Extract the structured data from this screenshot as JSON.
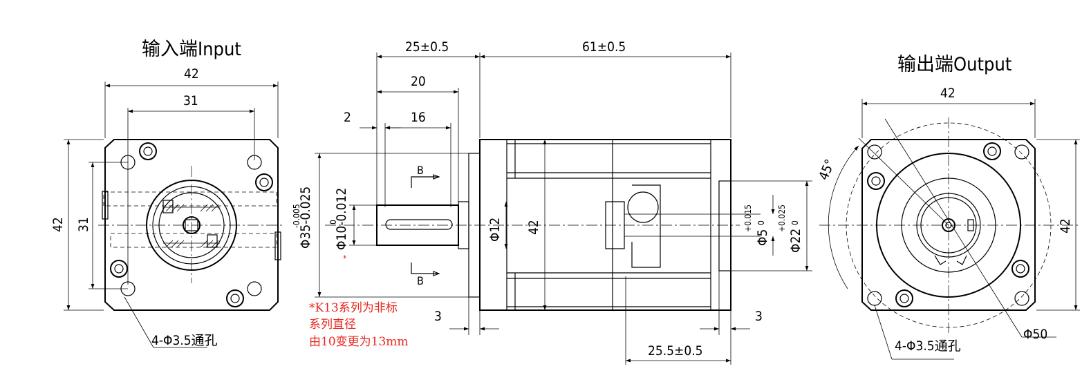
{
  "titles": {
    "input": "输入端Input",
    "output": "输出端Output"
  },
  "input_view": {
    "dim_width_outer": "42",
    "dim_width_hole": "31",
    "dim_height_outer": "42",
    "dim_height_hole": "31",
    "hole_note": "4-Φ3.5通孔"
  },
  "side_view": {
    "dim_25": "25±0.5",
    "dim_61": "61±0.5",
    "dim_20": "20",
    "dim_16": "16",
    "dim_2": "2",
    "dim_3_left": "3",
    "dim_3_right": "3",
    "dim_25_5": "25.5±0.5",
    "dim_d35": "Φ35-0.025",
    "dim_d35_tol_top": "-0.005",
    "dim_d10": "Φ10-0.012",
    "dim_d10_tol_top": "0",
    "dim_d12": "Φ12",
    "dim_42": "42",
    "dim_d5": "Φ5",
    "dim_d5_tol": "+0.015",
    "dim_d5_zero": "0",
    "dim_d22": "Φ22",
    "dim_d22_tol": "+0.025",
    "dim_d22_zero": "0",
    "section_b_top": "B",
    "section_b_bottom": "B",
    "star": "*"
  },
  "note": {
    "line1": "*K13系列为非标",
    "line2": "系列直径",
    "line3": "由10变更为13mm"
  },
  "output_view": {
    "dim_width": "42",
    "dim_height": "42",
    "angle": "45°",
    "dim_d50": "Φ50",
    "hole_note": "4-Φ3.5通孔"
  }
}
